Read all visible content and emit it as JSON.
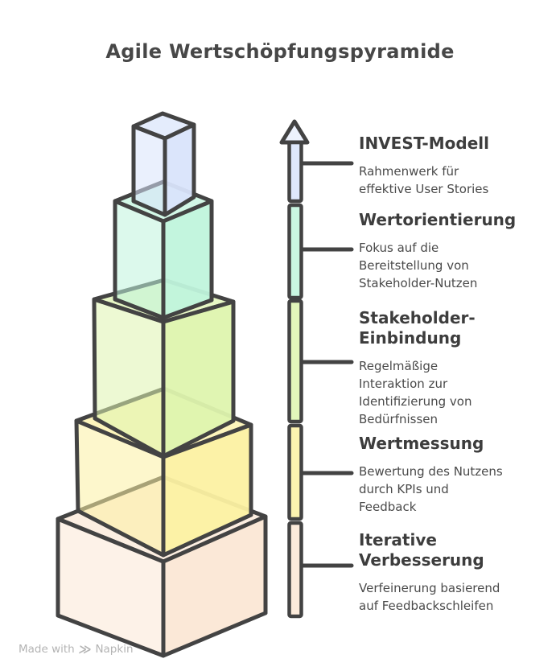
{
  "title": "Agile Wertschöpfungspyramide",
  "colors": {
    "outline": "#434343",
    "title_text": "#474747",
    "heading_text": "#3d3d3d",
    "body_text": "#4a4a4a",
    "watermark_text": "#b4b4b4",
    "background": "#ffffff"
  },
  "levels": [
    {
      "id": "invest-modell",
      "color": "#d9e4fb",
      "heading_lines": [
        "INVEST-Modell"
      ],
      "description_lines": [
        "Rahmenwerk für",
        "effektive User Stories"
      ]
    },
    {
      "id": "wertorientierung",
      "color": "#c0f4dc",
      "heading_lines": [
        "Wertorientierung"
      ],
      "description_lines": [
        "Fokus auf die",
        "Bereitstellung von",
        "Stakeholder-Nutzen"
      ]
    },
    {
      "id": "stakeholder-einbindung",
      "color": "#def4ae",
      "heading_lines": [
        "Stakeholder-",
        "Einbindung"
      ],
      "description_lines": [
        "Regelmäßige",
        "Interaktion zur",
        "Identifizierung von",
        "Bedürfnissen"
      ]
    },
    {
      "id": "wertmessung",
      "color": "#fcf1a2",
      "heading_lines": [
        "Wertmessung"
      ],
      "description_lines": [
        "Bewertung des Nutzens",
        "durch KPIs und",
        "Feedback"
      ]
    },
    {
      "id": "iterative-verbesserung",
      "color": "#fbe7d5",
      "heading_lines": [
        "Iterative",
        "Verbesserung"
      ],
      "description_lines": [
        "Verfeinerung basierend",
        "auf Feedbackschleifen"
      ]
    }
  ],
  "arrow": {
    "direction": "up"
  },
  "watermark": {
    "prefix": "Made with",
    "logo_glyph": "≫",
    "brand": "Napkin"
  }
}
